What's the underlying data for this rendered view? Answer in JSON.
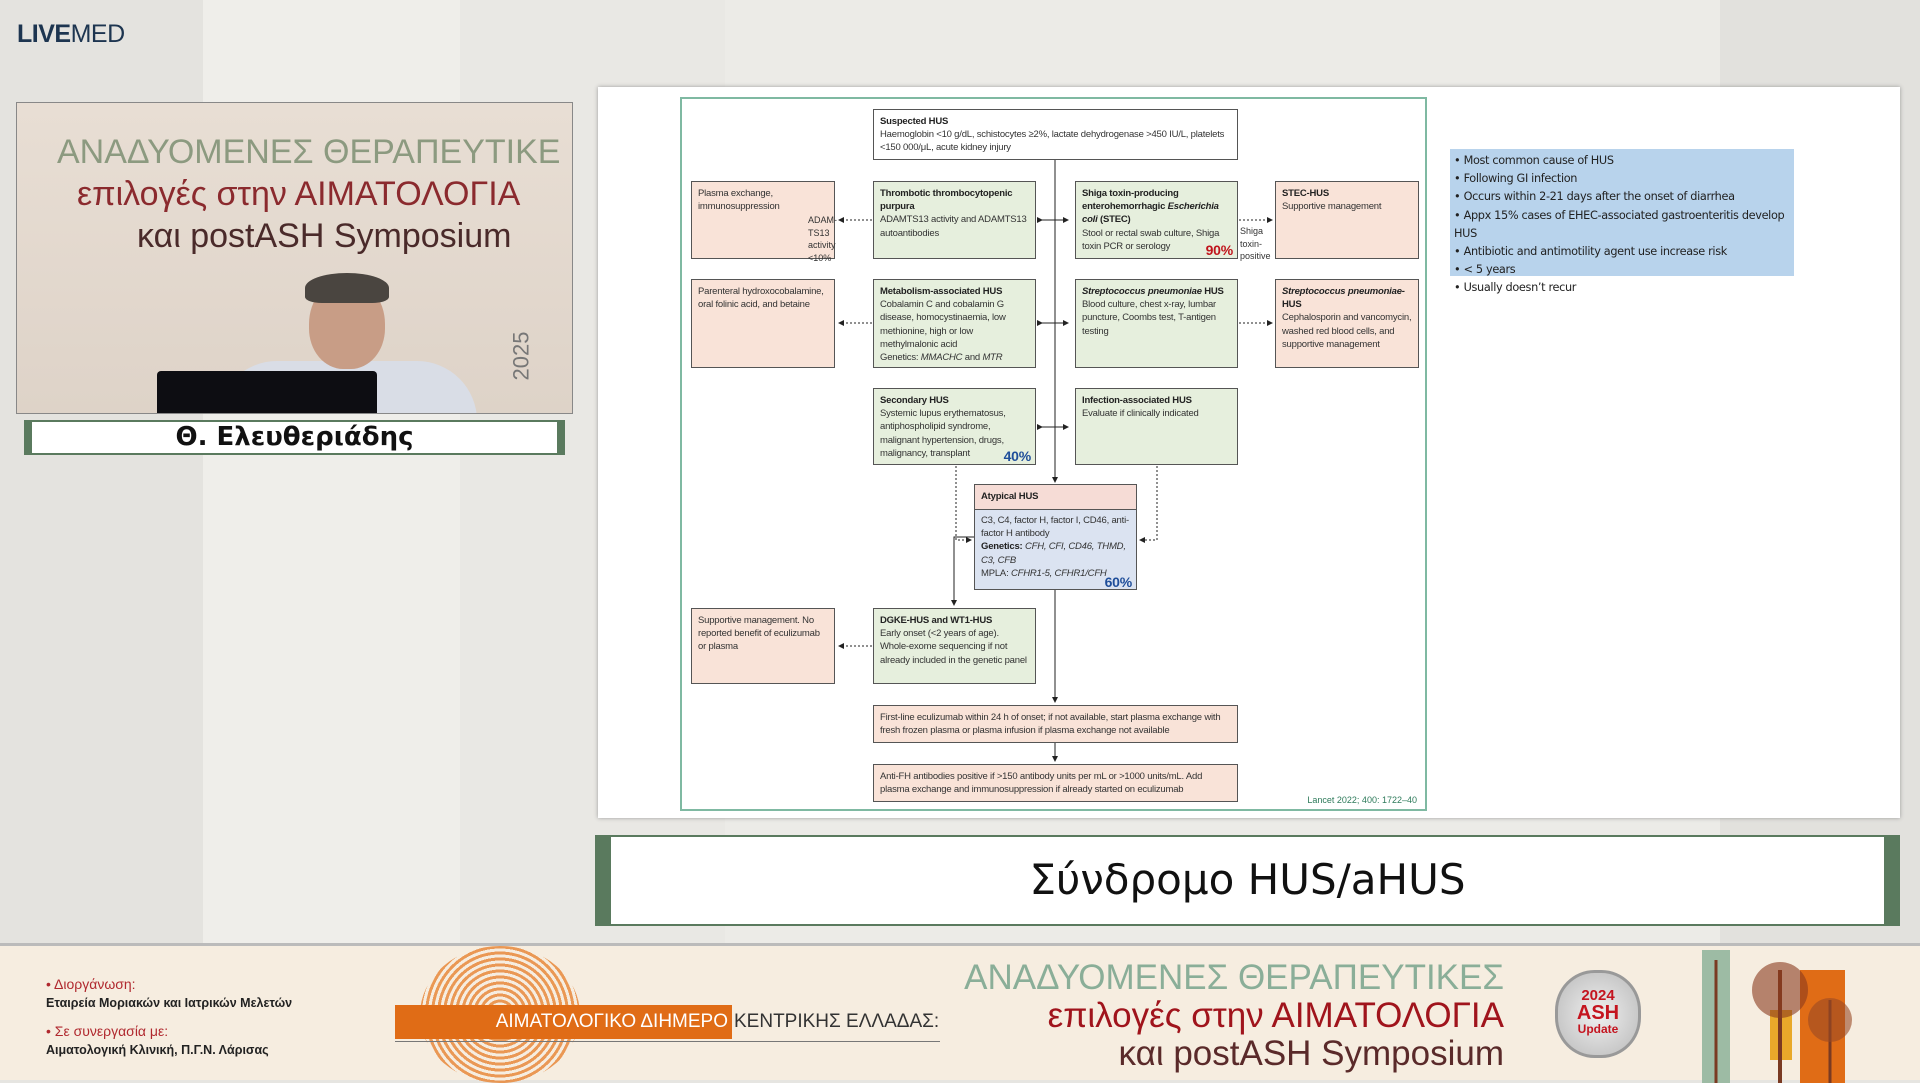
{
  "logo": {
    "bold": "LIVE",
    "light": "MED"
  },
  "video": {
    "backdrop_lines": [
      "ΑΝΑΔΥΟΜΕΝΕΣ ΘΕΡΑΠΕΥΤΙΚΕ",
      "επιλογές στην ΑΙΜΑΤΟΛΟΓΙΑ",
      "και postASH Symposium"
    ],
    "year": "2025"
  },
  "speaker": {
    "name": "Θ. Ελευθεριάδης"
  },
  "slide": {
    "title": "Σύνδρομο HUS/aHUS",
    "flow": {
      "suspected": {
        "title": "Suspected HUS",
        "body": "Haemoglobin <10 g/dL, schistocytes ≥2%, lactate dehydrogenase >450 IU/L, platelets <150 000/μL, acute kidney injury"
      },
      "plasma": {
        "body": "Plasma exchange, immunosuppression"
      },
      "adamts_label": "ADAM-TS13 activity <10%",
      "ttp": {
        "title": "Thrombotic thrombocytopenic purpura",
        "body": "ADAMTS13 activity and ADAMTS13 autoantibodies"
      },
      "stec": {
        "title_a": "Shiga toxin-producing enterohemorrhagic ",
        "title_i": "Escherichia coli",
        "title_b": " (STEC)",
        "body": "Stool or rectal swab culture, Shiga toxin PCR or serology",
        "pct": "90%"
      },
      "shiga_label": "Shiga toxin-positive",
      "stec_hus": {
        "title": "STEC-HUS",
        "body": "Supportive management"
      },
      "paren": {
        "body": "Parenteral hydroxocobalamine, oral folinic acid, and betaine"
      },
      "metab": {
        "title": "Metabolism-associated HUS",
        "body": "Cobalamin C and cobalamin G disease, homocystinaemia, low methionine, high or low methylmalonic acid",
        "genetics_label": "Genetics: ",
        "genetics_i": "MMACHC",
        "genetics_and": " and ",
        "genetics_i2": "MTR"
      },
      "strep": {
        "title_i": "Streptococcus pneumoniae",
        "title_b": " HUS",
        "body": "Blood culture, chest x-ray, lumbar puncture, Coombs test, T-antigen testing"
      },
      "strep_hus": {
        "title_i": "Streptococcus pneumoniae-",
        "title_b": "HUS",
        "body": "Cephalosporin and vancomycin, washed red blood cells, and supportive management"
      },
      "secondary": {
        "title": "Secondary HUS",
        "body": "Systemic lupus erythematosus, antiphospholipid syndrome, malignant hypertension, drugs, malignancy, transplant",
        "pct": "40%"
      },
      "infection": {
        "title": "Infection-associated HUS",
        "body": "Evaluate if clinically indicated"
      },
      "atypical": {
        "title": "Atypical HUS",
        "body": "C3, C4, factor H, factor I, CD46, anti-factor H antibody",
        "genetics_label": "Genetics: ",
        "genetics": "CFH, CFI, CD46, THMD, C3, CFB",
        "mpla_label": "MPLA: ",
        "mpla": "CFHR1-5, CFHR1/CFH",
        "pct": "60%"
      },
      "supportive": {
        "body": "Supportive management. No reported benefit of eculizumab or plasma"
      },
      "dgke": {
        "title": "DGKE-HUS and WT1-HUS",
        "body": "Early onset (<2 years of age). Whole-exome sequencing if not already included in the genetic panel"
      },
      "firstline": {
        "body": "First-line eculizumab within 24 h of onset; if not available, start plasma exchange with fresh frozen plasma or plasma infusion if plasma exchange not available"
      },
      "antifh": {
        "body": "Anti-FH antibodies positive if >150 antibody units per mL or >1000 units/mL. Add plasma exchange and immunosuppression if already started on eculizumab"
      },
      "citation": "Lancet 2022; 400: 1722–40"
    },
    "bullets": [
      "Most common cause of HUS",
      "Following GI infection",
      "Occurs within 2-21 days after the onset of diarrhea",
      "Appx 15% cases of EHEC-associated gastroenteritis develop HUS",
      "Antibiotic and antimotility agent use increase risk",
      "< 5 years",
      "Usually doesn’t recur"
    ]
  },
  "footer": {
    "org_label": "• Διοργάνωση:",
    "org": "Εταιρεία Μοριακών και Ιατρικών Μελετών",
    "collab_label": "• Σε συνεργασία με:",
    "collab": "Αιματολογική Κλινική, Π.Γ.Ν. Λάρισας",
    "banner_a": "ΑΙΜΑΤΟΛΟΓΙΚΟ ΔΙΗΜΕΡΟ",
    "banner_b": "ΚΕΝΤΡΙΚΗΣ ΕΛΛΑΔΑΣ:",
    "event_line1": "ΑΝΑΔΥΟΜΕΝΕΣ ΘΕΡΑΠΕΥΤΙΚΕΣ",
    "event_line2": "επιλογές στην ΑΙΜΑΤΟΛΟΓΙΑ",
    "event_line3": "και postASH Symposium",
    "seal": {
      "year": "2024",
      "ash": "ASH",
      "update": "Update"
    }
  },
  "colors": {
    "accent_orange": "#e06c16",
    "accent_red": "#b0282e",
    "accent_green": "#8aae98",
    "pct_red": "#c0141c",
    "pct_blue": "#1f4e9a",
    "bullet_bg": "#b8d3ec"
  }
}
